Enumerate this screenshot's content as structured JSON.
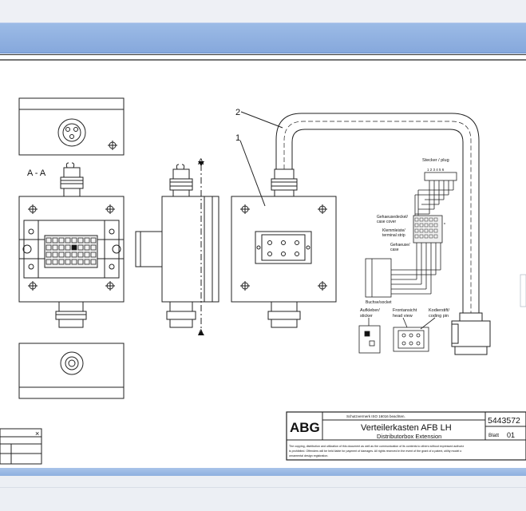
{
  "drawing": {
    "section_label": "A - A",
    "cut_label_top": "A",
    "cut_label_bottom": "A",
    "callout_1": "1",
    "callout_2": "2"
  },
  "schematic": {
    "stecker": "Stecker / plug",
    "pins": "1 2 3 4 5 6",
    "gehaeusedeckel": "Gehaeusedeckel/",
    "case_cover": "case cover",
    "klemmleiste": "Klemmleiste/",
    "terminal_strip": "terminal strip",
    "gehaeuse": "Gehaeuse/",
    "case": "case",
    "buchse": "Buchse/socket",
    "aufkleber": "Aufkleber/",
    "sticker": "sticker",
    "frontansicht": "Frontansicht",
    "head_view": "head view",
    "kodierstift": "Kodierstift/",
    "coding_pin": "coding pin"
  },
  "title_block": {
    "logo": "ABG",
    "notice_top": "Schutzvermerk ISO 16016 beachten.",
    "title_de": "Verteilerkasten AFB LH",
    "title_en": "Distributorbox Extension",
    "doc_number": "5443572",
    "sheet_label": "Blatt",
    "sheet_number": "01",
    "legal_line1": "The copying, distribution and utilization of this document as well as the communication of its contents to others without expressed authoriz",
    "legal_line2": "is prohibited. Offenders will be held liable for payment of damages. All rights reserved in the event of the grant of a patent, utility model o",
    "legal_line3": "ornamental design registration."
  },
  "mini_panel": {
    "close_glyph": "×"
  }
}
